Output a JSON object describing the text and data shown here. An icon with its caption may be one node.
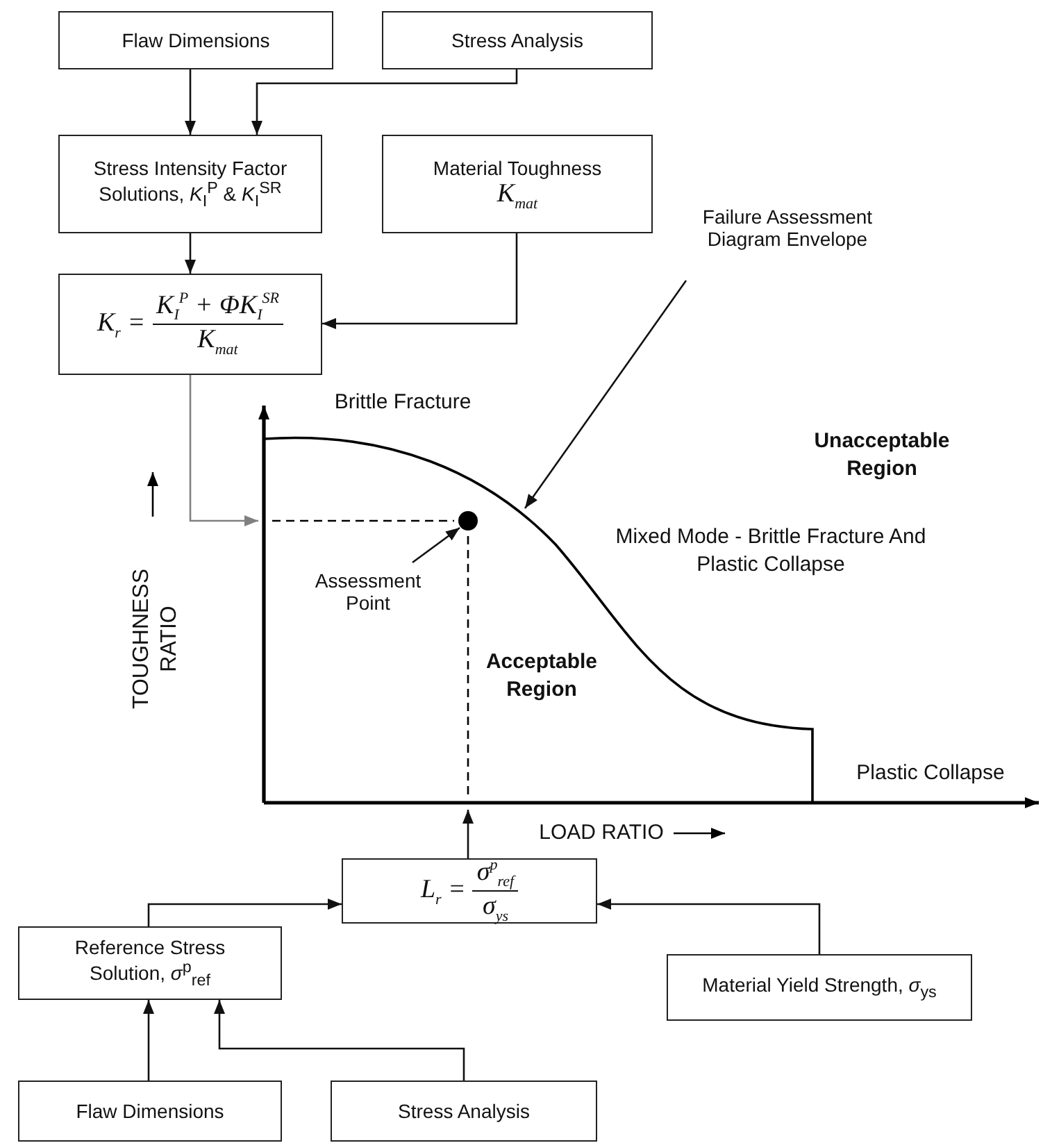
{
  "diagram": {
    "nodes": [
      {
        "text": [
          "Flaw Dimensions"
        ]
      },
      {
        "text": [
          "Stress Analysis"
        ]
      },
      {
        "text": [
          "Stress Intensity Factor Solutions, *K*$_{I}$$^{P}$ & *K*$_{I}$$^{SR}$"
        ]
      },
      {
        "text": [
          "Material Toughness",
          "K$_{mat}$"
        ]
      },
      {
        "text": [
          "K$_{r}$ =",
          "K$_{I}$$^{P}$ + ΦK$_{I}$$^{SR}$",
          "K$_{mat}$"
        ]
      },
      {
        "text": [
          "Failure Assessment Diagram Envelope"
        ]
      },
      {
        "text": [],
        "shape": "circle"
      },
      {
        "text": [
          "Assessment Point"
        ]
      },
      {
        "text": [
          "L$_{r}$ =",
          "σ$^{p}$$_{ref}$",
          "σ$_{ys}$"
        ]
      },
      {
        "text": [
          "Reference Stress Solution, *σ*$^{p}$$_{ref}$"
        ]
      },
      {
        "text": [
          "Material Yield Strength, *σ*$_{ys}$"
        ]
      },
      {
        "text": [
          "Flaw Dimensions"
        ]
      },
      {
        "text": [
          "Stress Analysis"
        ]
      }
    ],
    "edges": [
      {
        "from": 0,
        "to": 2,
        "arrow": "to"
      },
      {
        "from": 1,
        "to": 2,
        "arrow": "to"
      },
      {
        "from": 2,
        "to": 4,
        "arrow": "to"
      },
      {
        "from": 3,
        "to": 4,
        "arrow": "to"
      },
      {
        "from": 4,
        "to": null,
        "arrow": "to",
        "color": "#808080"
      },
      {
        "from": 7,
        "to": 6,
        "arrow": "to"
      },
      {
        "from": 5,
        "to": null,
        "arrow": "to"
      },
      {
        "from": 8,
        "to": null,
        "arrow": "to"
      },
      {
        "from": 9,
        "to": 8,
        "arrow": "to"
      },
      {
        "from": 10,
        "to": 8,
        "arrow": "to"
      },
      {
        "from": 11,
        "to": 9,
        "arrow": "to"
      },
      {
        "from": 12,
        "to": 9,
        "arrow": "to"
      }
    ],
    "labels": [
      "Brittle Fracture",
      "Unacceptable Region",
      "Mixed Mode - Brittle Fracture And Plastic Collapse",
      "Acceptable Region",
      "Plastic Collapse",
      "TOUGHNESS RATIO",
      "LOAD RATIO"
    ]
  }
}
